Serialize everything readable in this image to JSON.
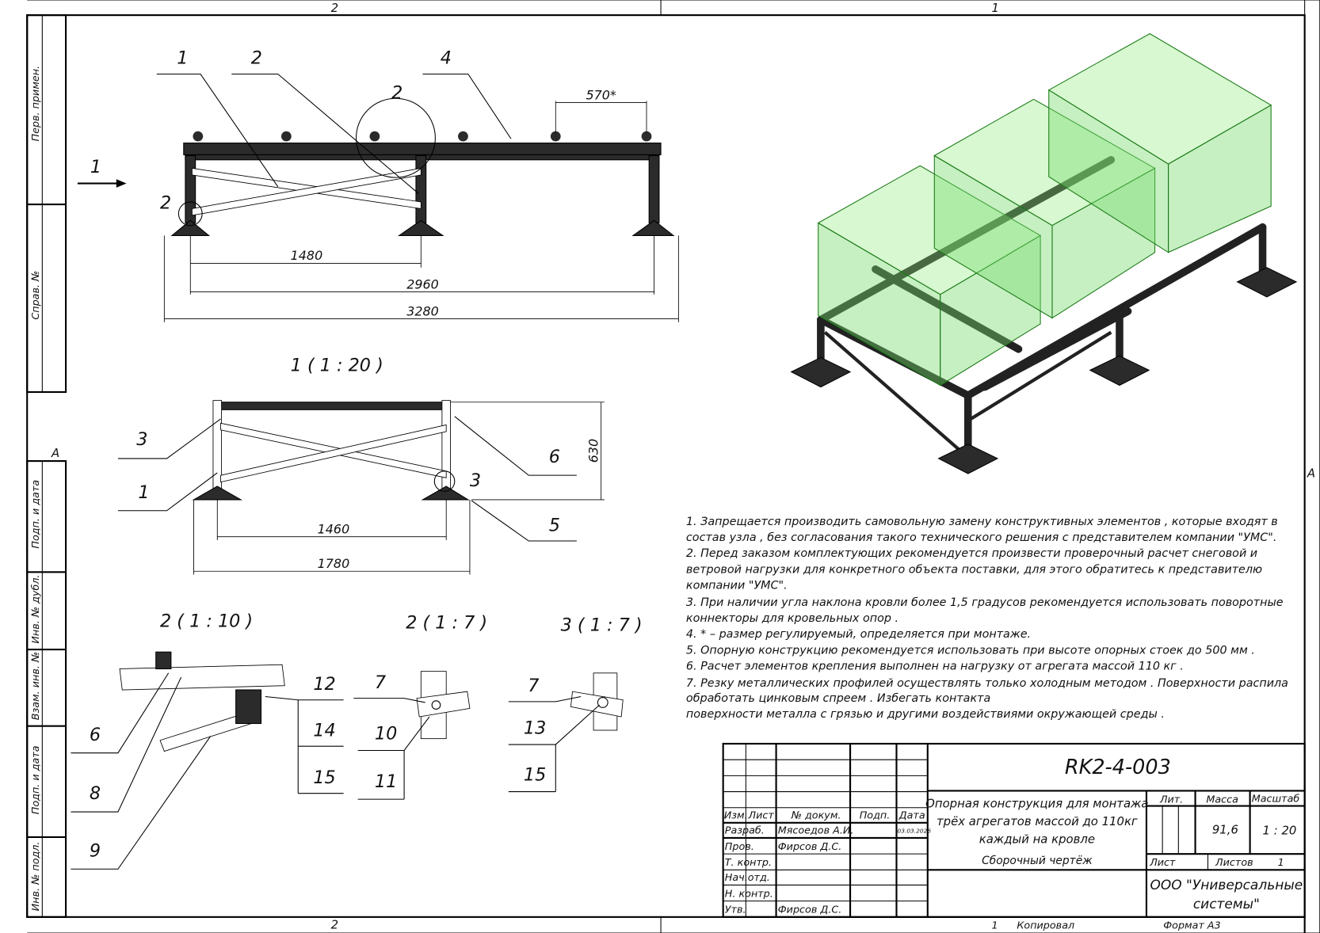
{
  "frame": {
    "zone_top": [
      "2",
      "1"
    ],
    "zone_bottom": [
      "2"
    ],
    "zone_side": "A",
    "side_labels": [
      "Перв. примен.",
      "Справ. №",
      "Подп. и дата",
      "Инв. № дубл.",
      "Взам. инв. №",
      "Подп. и дата",
      "Инв. № подл."
    ]
  },
  "front_view": {
    "callouts": [
      "1",
      "2",
      "2",
      "4",
      "2"
    ],
    "view_arrow_label": "1",
    "dims": {
      "span_adjust": "570*",
      "half": "1480",
      "legs": "2960",
      "total": "3280"
    }
  },
  "view1": {
    "title": "1 ( 1 : 20 )",
    "callouts": [
      "3",
      "1",
      "6",
      "3",
      "5"
    ],
    "dims": {
      "height": "630",
      "inner": "1460",
      "total": "1780"
    }
  },
  "detail2a": {
    "title": "2 ( 1 : 10 )",
    "callouts": [
      "6",
      "8",
      "9",
      "12",
      "14",
      "15"
    ]
  },
  "detail2b": {
    "title": "2 ( 1 : 7 )",
    "callouts": [
      "7",
      "10",
      "11"
    ]
  },
  "detail3": {
    "title": "3 ( 1 : 7 )",
    "callouts": [
      "7",
      "13",
      "15"
    ]
  },
  "notes": [
    "1. Запрещается производить самовольную замену конструктивных элементов , которые входят в",
    "состав узла , без согласования такого технического решения с представителем компании \"УМС\".",
    "2. Перед заказом комплектующих рекомендуется произвести проверочный расчет снеговой и",
    "ветровой нагрузки для конкретного объекта поставки, для этого обратитесь к представителю",
    "компании \"УМС\".",
    "3. При наличии угла наклона кровли более 1,5 градусов рекомендуется использовать поворотные",
    "коннекторы для кровельных опор .",
    "4. * – размер  регулируемый, определяется при монтаже.",
    "5. Опорную конструкцию рекомендуется использовать при высоте опорных стоек до 500 мм .",
    "6. Расчет элементов крепления выполнен на нагрузку от агрегата массой 110 кг .",
    "7. Резку металлических профилей осуществлять только холодным методом . Поверхности распила",
    "обработать цинковым спреем . Избегать контакта",
    "поверхности металла с грязью и другими воздействиями окружающей среды ."
  ],
  "title_block": {
    "designation": "RK2-4-003",
    "name_lines": [
      "Опорная конструкция для монтажа",
      "трёх агрегатов массой до 110кг",
      "каждый на кровле"
    ],
    "doc_type": "Сборочный чертёж",
    "headers": {
      "izm": "Изм.",
      "list": "Лист",
      "doc": "№ докум.",
      "sign": "Подп.",
      "date": "Дата"
    },
    "roles": [
      "Разраб.",
      "Пров.",
      "Т. контр.",
      "Нач.отд.",
      "Н. контр.",
      "Утв."
    ],
    "people": {
      "developer": "Мясоедов А.И.",
      "checker": "Фирсов Д.С.",
      "approver": "Фирсов Д.С."
    },
    "date": "03.03.2026",
    "lit_label": "Лит.",
    "mass_label": "Масса",
    "mass": "91,6",
    "scale_label": "Масштаб",
    "scale": "1 : 20",
    "sheet_label": "Лист",
    "sheets_label": "Листов",
    "sheets": "1",
    "company": [
      "ООО \"Универсальные",
      "системы\""
    ],
    "copied_num": "1",
    "copied": "Копировал",
    "format": "Формат А3"
  },
  "colors": {
    "unit_box": "#7fdc6e",
    "steel": "#2b2b2b"
  }
}
